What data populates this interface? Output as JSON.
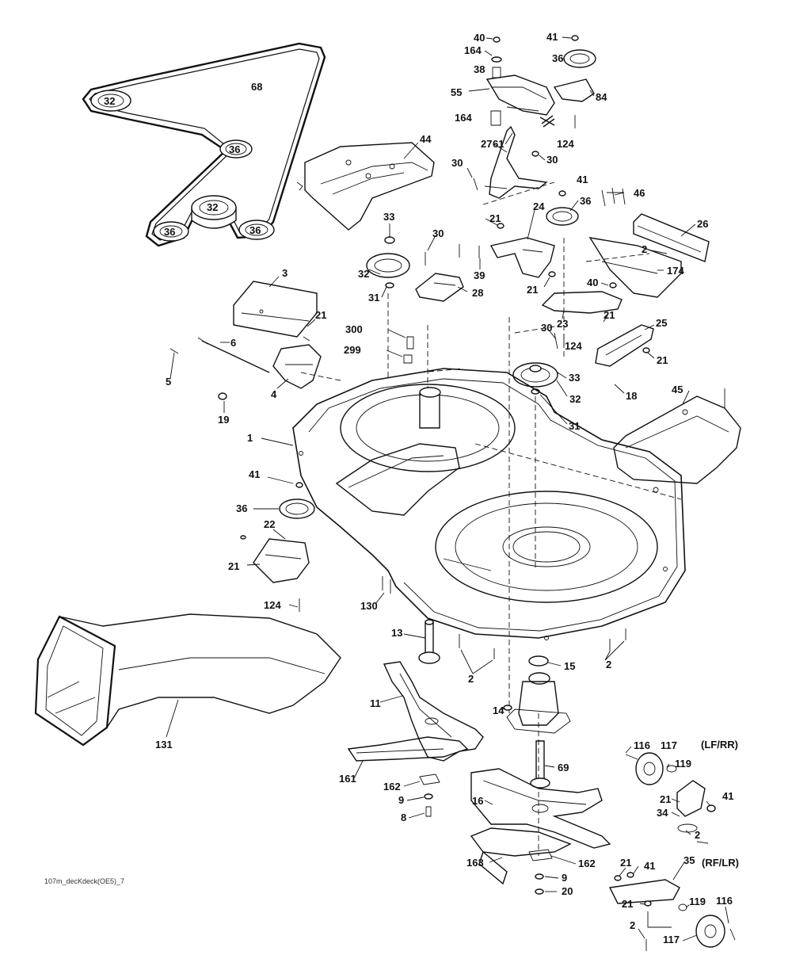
{
  "footer_code": "107m_decKdeck(OE5)_7",
  "variants": {
    "front": "(LF/RR)",
    "rear": "(RF/LR)"
  },
  "callouts": [
    {
      "id": "c-68",
      "text": "68"
    },
    {
      "id": "c-32-belt-a",
      "text": "32"
    },
    {
      "id": "c-36-belt-a",
      "text": "36"
    },
    {
      "id": "c-32-belt-b",
      "text": "32"
    },
    {
      "id": "c-36-belt-b",
      "text": "36"
    },
    {
      "id": "c-36-belt-c",
      "text": "36"
    },
    {
      "id": "c-40-top",
      "text": "40"
    },
    {
      "id": "c-164-top",
      "text": "164"
    },
    {
      "id": "c-38",
      "text": "38"
    },
    {
      "id": "c-55",
      "text": "55"
    },
    {
      "id": "c-164-mid",
      "text": "164"
    },
    {
      "id": "c-41-top",
      "text": "41"
    },
    {
      "id": "c-36-top",
      "text": "36"
    },
    {
      "id": "c-84",
      "text": "84"
    },
    {
      "id": "c-61",
      "text": "61"
    },
    {
      "id": "c-124-top",
      "text": "124"
    },
    {
      "id": "c-27",
      "text": "27"
    },
    {
      "id": "c-30-a",
      "text": "30"
    },
    {
      "id": "c-30-b",
      "text": "30"
    },
    {
      "id": "c-44",
      "text": "44"
    },
    {
      "id": "c-41-mid",
      "text": "41"
    },
    {
      "id": "c-46",
      "text": "46"
    },
    {
      "id": "c-36-mid",
      "text": "36"
    },
    {
      "id": "c-26",
      "text": "26"
    },
    {
      "id": "c-24",
      "text": "24"
    },
    {
      "id": "c-21-a",
      "text": "21"
    },
    {
      "id": "c-33-a",
      "text": "33"
    },
    {
      "id": "c-30-c",
      "text": "30"
    },
    {
      "id": "c-2-a",
      "text": "2"
    },
    {
      "id": "c-174",
      "text": "174"
    },
    {
      "id": "c-32-a",
      "text": "32"
    },
    {
      "id": "c-39",
      "text": "39"
    },
    {
      "id": "c-21-b",
      "text": "21"
    },
    {
      "id": "c-40-mid",
      "text": "40"
    },
    {
      "id": "c-31-a",
      "text": "31"
    },
    {
      "id": "c-28",
      "text": "28"
    },
    {
      "id": "c-3",
      "text": "3"
    },
    {
      "id": "c-23",
      "text": "23"
    },
    {
      "id": "c-21-c",
      "text": "21"
    },
    {
      "id": "c-25",
      "text": "25"
    },
    {
      "id": "c-21-d",
      "text": "21"
    },
    {
      "id": "c-300",
      "text": "300"
    },
    {
      "id": "c-30-d",
      "text": "30"
    },
    {
      "id": "c-124-mid",
      "text": "124"
    },
    {
      "id": "c-6",
      "text": "6"
    },
    {
      "id": "c-299",
      "text": "299"
    },
    {
      "id": "c-21-e",
      "text": "21"
    },
    {
      "id": "c-33-b",
      "text": "33"
    },
    {
      "id": "c-5",
      "text": "5"
    },
    {
      "id": "c-4",
      "text": "4"
    },
    {
      "id": "c-32-b",
      "text": "32"
    },
    {
      "id": "c-18",
      "text": "18"
    },
    {
      "id": "c-45",
      "text": "45"
    },
    {
      "id": "c-19",
      "text": "19"
    },
    {
      "id": "c-31-b",
      "text": "31"
    },
    {
      "id": "c-1",
      "text": "1"
    },
    {
      "id": "c-41-left",
      "text": "41"
    },
    {
      "id": "c-36-left",
      "text": "36"
    },
    {
      "id": "c-22",
      "text": "22"
    },
    {
      "id": "c-21-f",
      "text": "21"
    },
    {
      "id": "c-124-low",
      "text": "124"
    },
    {
      "id": "c-130",
      "text": "130"
    },
    {
      "id": "c-13",
      "text": "13"
    },
    {
      "id": "c-2-b",
      "text": "2"
    },
    {
      "id": "c-2-c",
      "text": "2"
    },
    {
      "id": "c-15",
      "text": "15"
    },
    {
      "id": "c-11",
      "text": "11"
    },
    {
      "id": "c-14",
      "text": "14"
    },
    {
      "id": "c-131",
      "text": "131"
    },
    {
      "id": "c-116-a",
      "text": "116"
    },
    {
      "id": "c-117-a",
      "text": "117"
    },
    {
      "id": "c-69",
      "text": "69"
    },
    {
      "id": "c-119-a",
      "text": "119"
    },
    {
      "id": "c-161",
      "text": "161"
    },
    {
      "id": "c-162-a",
      "text": "162"
    },
    {
      "id": "c-21-g",
      "text": "21"
    },
    {
      "id": "c-41-low",
      "text": "41"
    },
    {
      "id": "c-9-a",
      "text": "9"
    },
    {
      "id": "c-16",
      "text": "16"
    },
    {
      "id": "c-34",
      "text": "34"
    },
    {
      "id": "c-8",
      "text": "8"
    },
    {
      "id": "c-2-d",
      "text": "2"
    },
    {
      "id": "c-163",
      "text": "163"
    },
    {
      "id": "c-162-b",
      "text": "162"
    },
    {
      "id": "c-9-b",
      "text": "9"
    },
    {
      "id": "c-21-h",
      "text": "21"
    },
    {
      "id": "c-41-rf",
      "text": "41"
    },
    {
      "id": "c-35",
      "text": "35"
    },
    {
      "id": "c-20",
      "text": "20"
    },
    {
      "id": "c-21-i",
      "text": "21"
    },
    {
      "id": "c-119-b",
      "text": "119"
    },
    {
      "id": "c-116-b",
      "text": "116"
    },
    {
      "id": "c-2-e",
      "text": "2"
    },
    {
      "id": "c-117-b",
      "text": "117"
    }
  ]
}
